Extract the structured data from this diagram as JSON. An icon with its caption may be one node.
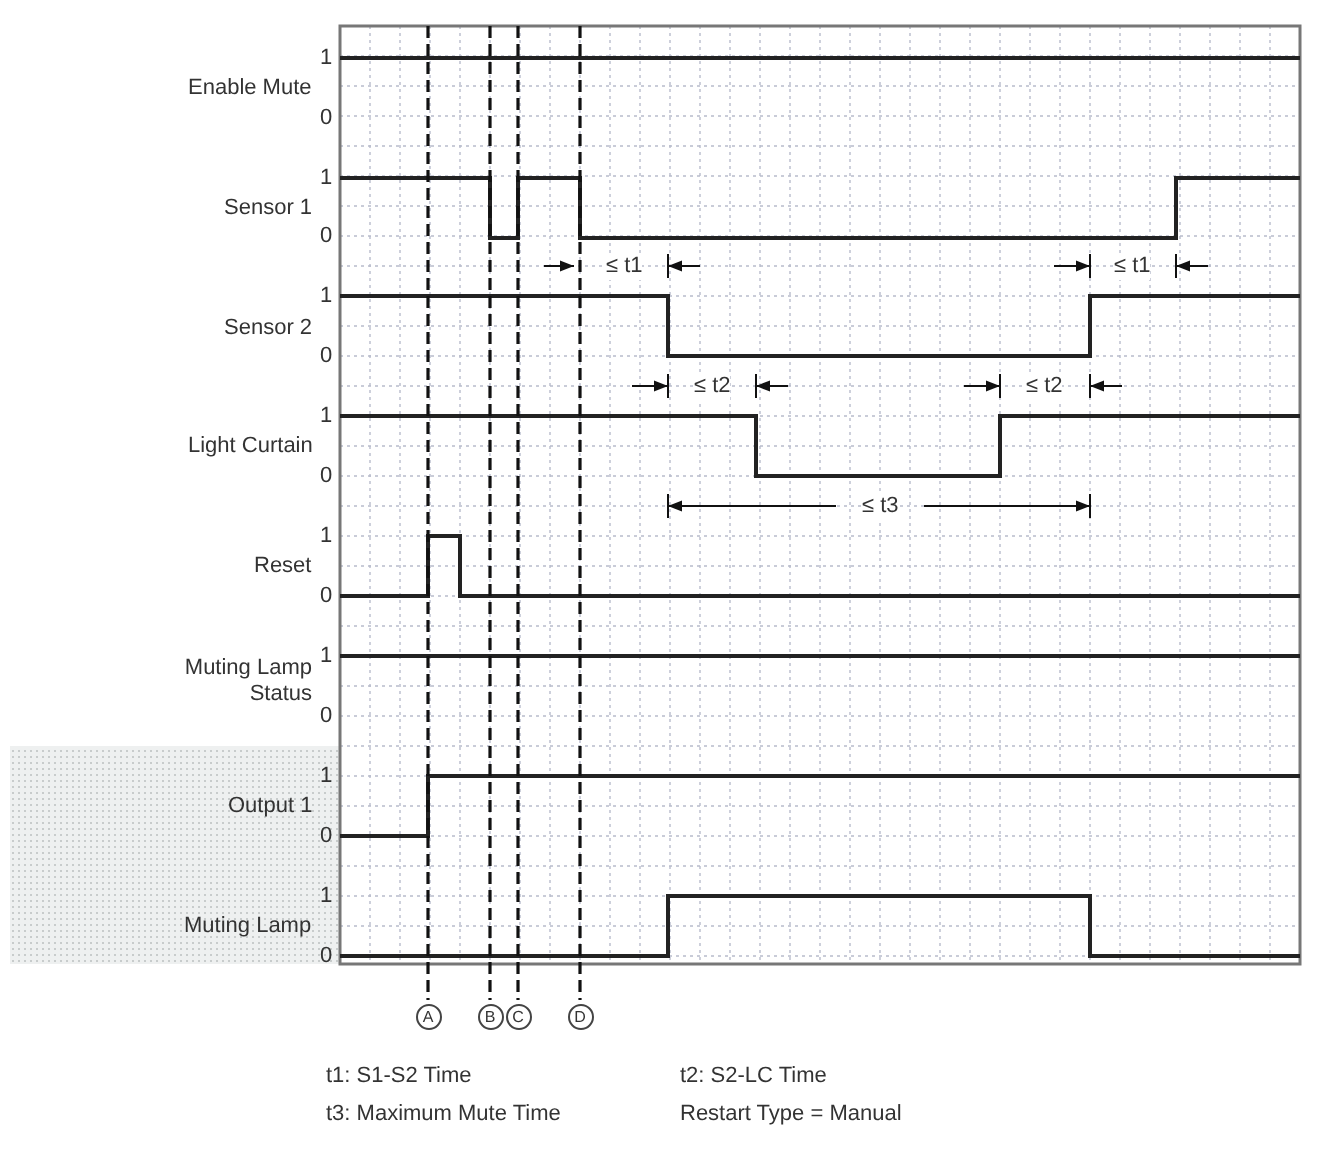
{
  "diagram": {
    "labels": [
      "1",
      "Enable Mute",
      "0",
      "1",
      "Sensor 1",
      "0",
      "≤ t1",
      "≤ t1",
      "1",
      "Sensor 2",
      "0",
      "≤ t2",
      "≤ t2",
      "1",
      "Light Curtain",
      "0",
      "≤ t3",
      "1",
      "Reset",
      "0",
      "1",
      "Muting Lamp Status",
      "0",
      "1",
      "Output 1",
      "0",
      "1",
      "Muting Lamp",
      "0",
      "A",
      "B",
      "C",
      "D",
      "t1: S1-S2 Time",
      "t2: S2-LC Time",
      "t3: Maximum Mute Time",
      "Restart Type = Manual"
    ]
  }
}
